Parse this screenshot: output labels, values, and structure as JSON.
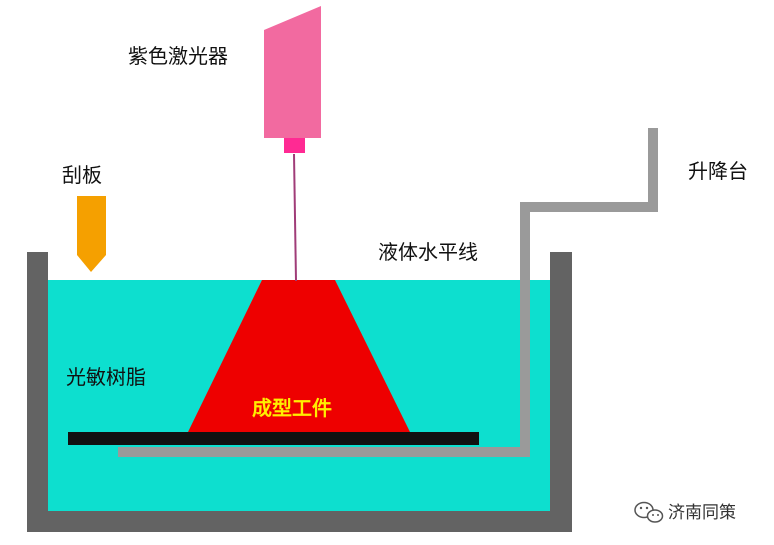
{
  "labels": {
    "laser": "紫色激光器",
    "scraper": "刮板",
    "elevator": "升降台",
    "liquid_level": "液体水平线",
    "resin": "光敏树脂",
    "part": "成型工件"
  },
  "watermark": {
    "text": "济南同策",
    "icon": "wechat-icon"
  },
  "colors": {
    "resin": "#0ddfcf",
    "tank_wall": "#636363",
    "laser_body": "#f26aa0",
    "laser_nozzle": "#ff2a93",
    "laser_beam": "#a03c78",
    "part": "#ee0000",
    "part_label": "#ffee00",
    "scraper": "#f5a000",
    "elevator_arm": "#9a9a9a",
    "build_plate": "#111111"
  }
}
